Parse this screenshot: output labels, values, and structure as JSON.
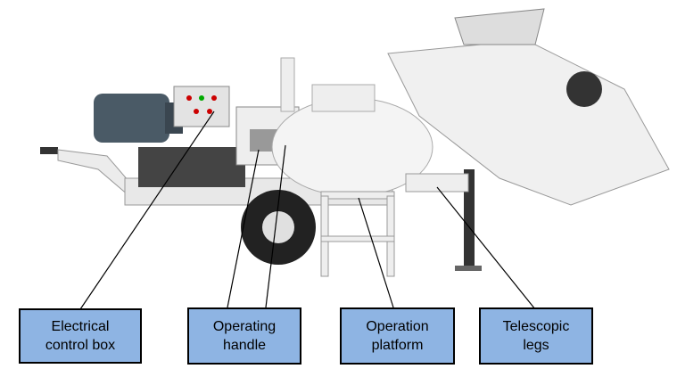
{
  "figure": {
    "labels": [
      {
        "id": "electrical-control-box",
        "text": "Electrical\ncontrol box"
      },
      {
        "id": "operating-handle",
        "text": "Operating\nhandle"
      },
      {
        "id": "operation-platform",
        "text": "Operation\nplatform"
      },
      {
        "id": "telescopic-legs",
        "text": "Telescopic\nlegs"
      }
    ],
    "colors": {
      "label_fill": "#8eb4e3",
      "machine_body": "#f2f2f2",
      "motor": "#4a5a66"
    }
  }
}
